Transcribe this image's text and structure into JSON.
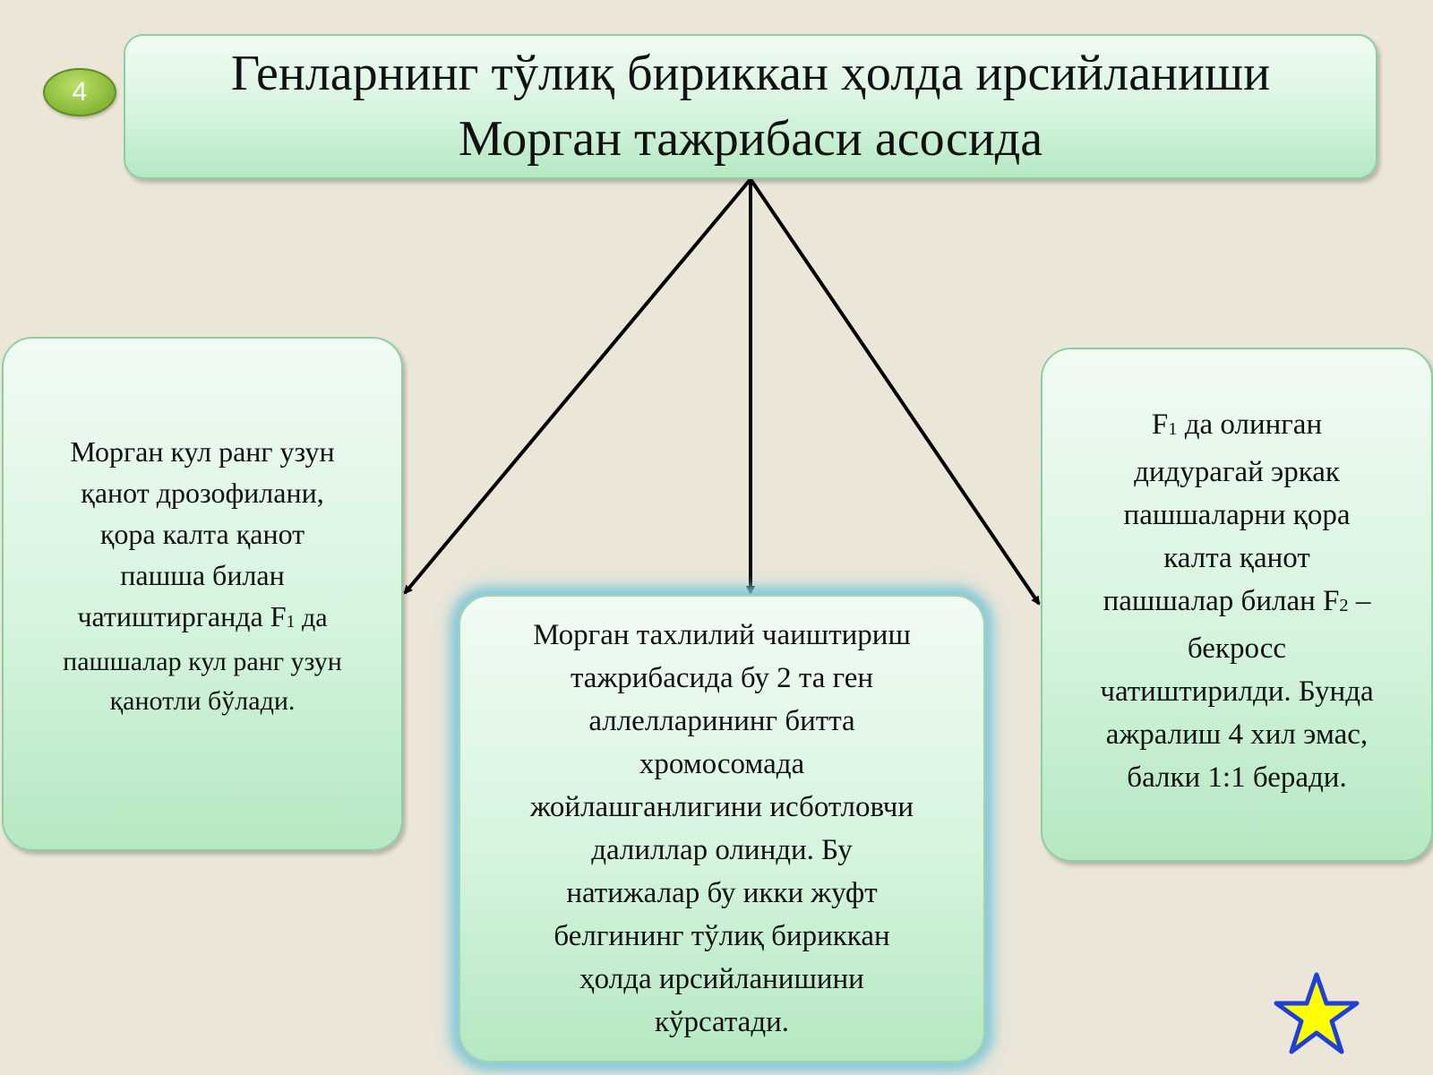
{
  "slide_number": "4",
  "title": {
    "line1": "Генларнинг тўлиқ бириккан ҳолда ирсийланиши",
    "line2": "Морган тажрибаси асосида"
  },
  "left_box": {
    "line1": "Морган кул ранг узун",
    "line2": "қанот дрозофилани,",
    "line3": "қора калта қанот",
    "line4": "пашша билан",
    "line5_pre": "чатиштирганда F",
    "line5_sub": "1",
    "line5_post": " да",
    "line6": "пашшалар кул ранг узун",
    "line7": "қанотли бўлади."
  },
  "center_box": {
    "line1": "Морган тахлилий чаиштириш",
    "line2": "тажрибасида бу 2 та ген",
    "line3": "аллелларининг битта",
    "line4": "хромосомада",
    "line5": "жойлашганлигини исботловчи",
    "line6": "далиллар олинди. Бу",
    "line7": "натижалар бу икки жуфт",
    "line8": "белгининг тўлиқ бириккан",
    "line9": "ҳолда ирсийланишини",
    "line10": "кўрсатади."
  },
  "right_box": {
    "line1_pre": "F",
    "line1_sub": "1",
    "line1_post": " да олинган",
    "line2": "дидурагай эркак",
    "line3": "пашшаларни қора",
    "line4": "калта қанот",
    "line5_pre": "пашшалар билан F",
    "line5_sub": "2",
    "line5_post": " –",
    "line6": "бекросс",
    "line7": "чатиштирилди. Бунда",
    "line8": "ажралиш 4 хил эмас,",
    "line9": "балки 1:1 беради."
  },
  "colors": {
    "background": "#ebe6d8",
    "box_fill": "#d6f4de",
    "center_glow": "#78c3d7",
    "badge": "#8dbd3e",
    "star": "#ffff00",
    "star_outline": "#1f3fd6"
  },
  "icons": [
    "slide-number-badge",
    "star-icon"
  ]
}
